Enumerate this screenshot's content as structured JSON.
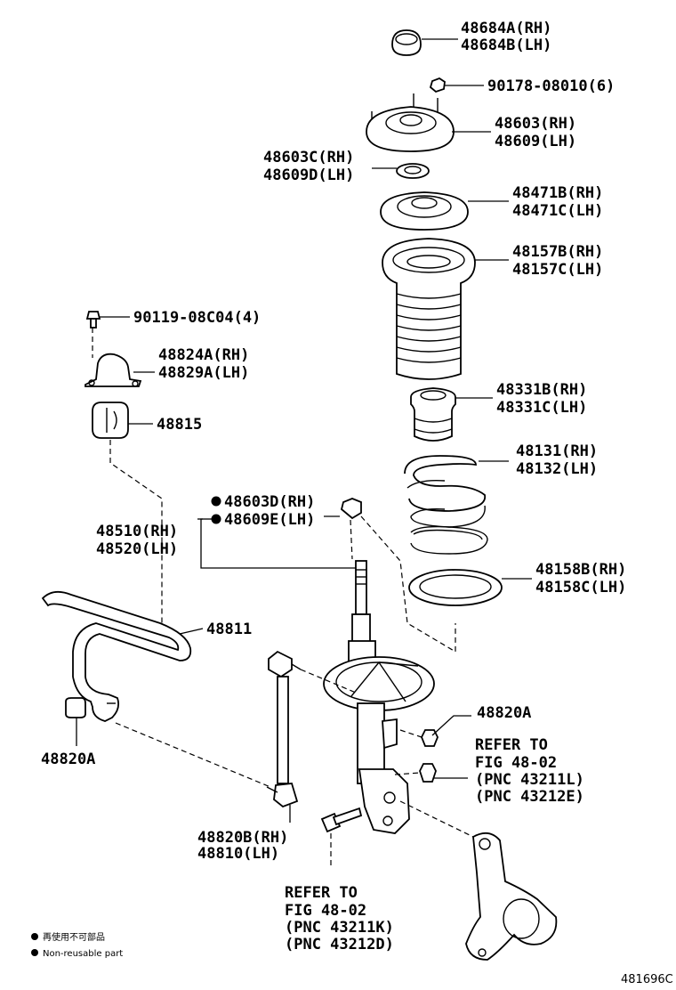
{
  "labels": {
    "insulator_cap": [
      "48684A(RH)",
      "48684B(LH)"
    ],
    "nut_top": [
      "90178-08010(6)"
    ],
    "support": [
      "48603(RH)",
      "48609(LH)"
    ],
    "bearing": [
      "48603C(RH)",
      "48609D(LH)"
    ],
    "upper_seat": [
      "48471B(RH)",
      "48471C(LH)"
    ],
    "boot": [
      "48157B(RH)",
      "48157C(LH)"
    ],
    "bumper": [
      "48331B(RH)",
      "48331C(LH)"
    ],
    "spring": [
      "48131(RH)",
      "48132(LH)"
    ],
    "lower_insulator": [
      "48158B(RH)",
      "48158C(LH)"
    ],
    "bolt_bracket": [
      "90119-08C04(4)"
    ],
    "bracket": [
      "48824A(RH)",
      "48829A(LH)"
    ],
    "bushing": [
      "48815"
    ],
    "nut_noreuse": [
      "48603D(RH)",
      "48609E(LH)"
    ],
    "absorber": [
      "48510(RH)",
      "48520(LH)"
    ],
    "stabilizer_bar": [
      "48811"
    ],
    "nut_right": [
      "48820A"
    ],
    "nut_left": [
      "48820A"
    ],
    "link": [
      "48820B(RH)",
      "48810(LH)"
    ],
    "refer_right": [
      "REFER TO",
      "FIG 48-02",
      "(PNC 43211L)",
      "(PNC 43212E)"
    ],
    "refer_bottom": [
      "REFER TO",
      "FIG 48-02",
      "(PNC 43211K)",
      "(PNC 43212D)"
    ]
  },
  "legend": {
    "line1": "再使用不可部品",
    "line2": "Non-reusable part"
  },
  "figure_code": "481696C"
}
